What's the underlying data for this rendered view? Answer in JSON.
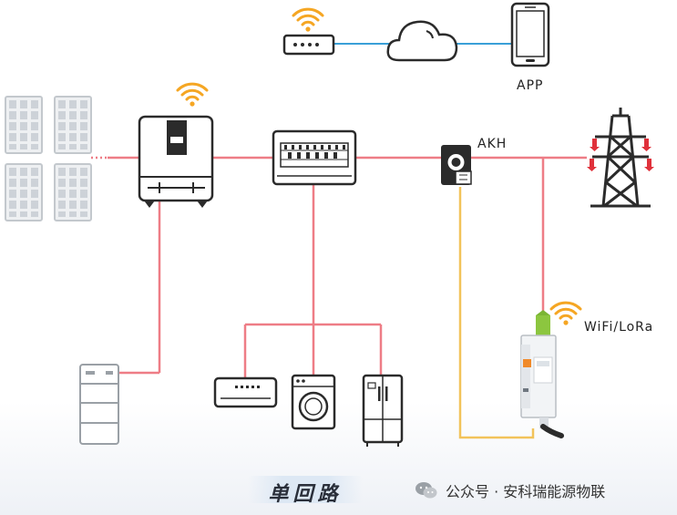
{
  "labels": {
    "app": "APP",
    "meter": "AKH",
    "comm": "WiFi/LoRa"
  },
  "caption": "单回路",
  "watermark": "公众号 · 安科瑞能源物联",
  "colors": {
    "ac_line": "#ee7d86",
    "ct_line": "#f2c35a",
    "comm_line": "#3aa0d8",
    "wifi": "#f5a623",
    "outline": "#2b2b2b",
    "panel_fill": "#cfd4da",
    "meter_green": "#8cc63f",
    "meter_orange": "#f08a2a",
    "tower_red": "#e0313b"
  },
  "icons": [
    "solar-panel-icon",
    "inverter-icon",
    "battery-icon",
    "distribution-box-icon",
    "ct-meter-icon",
    "power-tower-icon",
    "router-icon",
    "cloud-icon",
    "phone-icon",
    "air-conditioner-icon",
    "washing-machine-icon",
    "refrigerator-icon",
    "din-meter-icon",
    "wifi-icon",
    "wechat-icon"
  ]
}
